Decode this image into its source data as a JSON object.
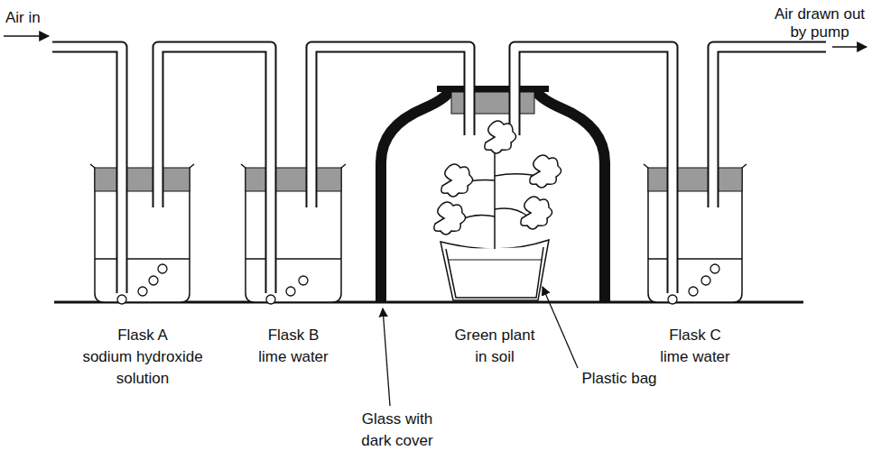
{
  "diagram": {
    "labels": [
      "Air in",
      "Air drawn out",
      "by pump",
      "Flask A",
      "sodium hydroxide",
      "solution",
      "Flask B",
      "lime water",
      "Green plant",
      "in soil",
      "Flask C",
      "lime water",
      "Glass with",
      "dark cover",
      "Plastic bag"
    ]
  }
}
